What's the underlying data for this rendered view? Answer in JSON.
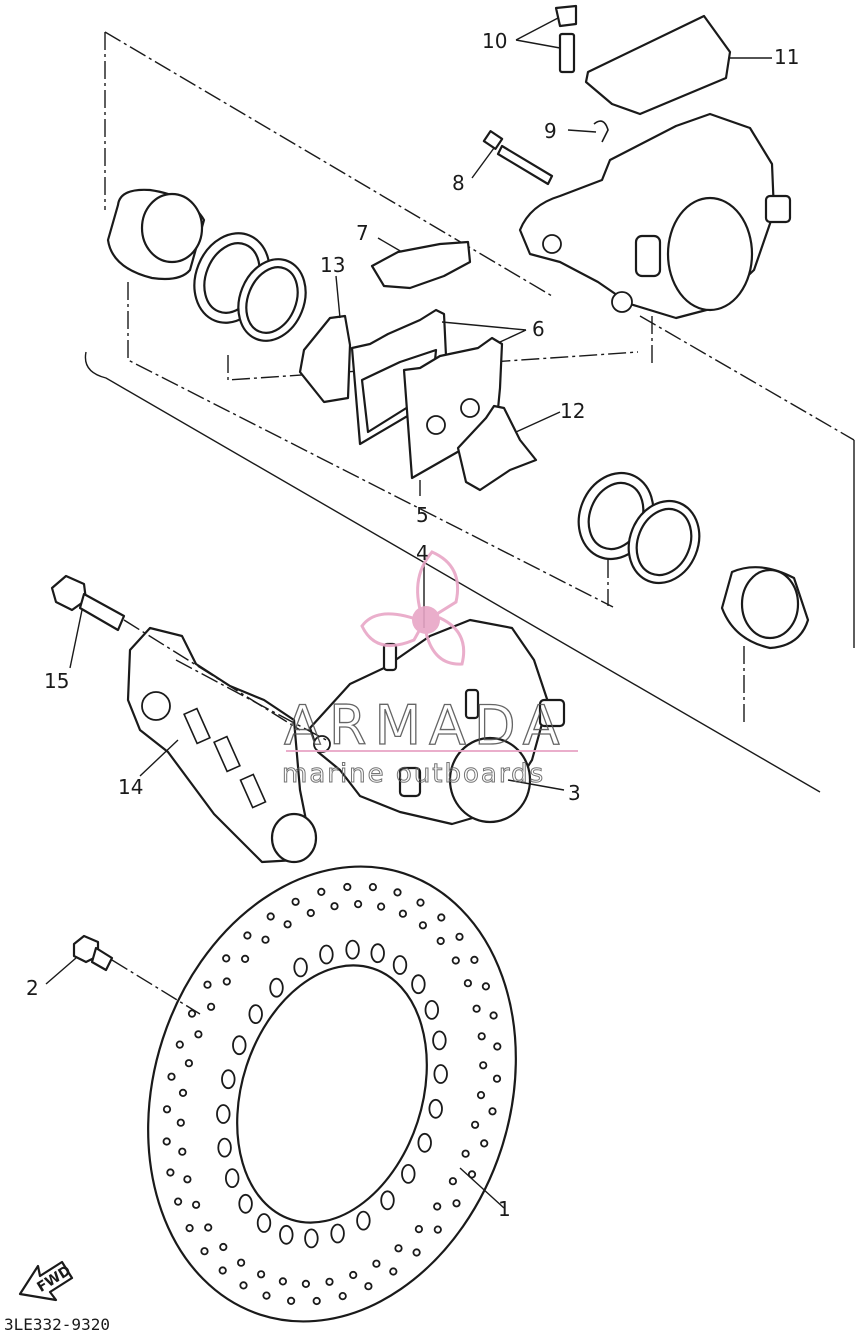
{
  "callouts": {
    "c1": "1",
    "c2": "2",
    "c3": "3",
    "c4": "4",
    "c5": "5",
    "c6": "6",
    "c7": "7",
    "c8": "8",
    "c9": "9",
    "c10": "10",
    "c11": "11",
    "c12": "12",
    "c13": "13",
    "c14": "14",
    "c15": "15"
  },
  "diagram_code": "3LE332-9320",
  "direction_arrow": {
    "label": "FWD"
  },
  "watermark": {
    "brand": "ARMADA",
    "tagline": "marine outboards",
    "accent_color": "#e8a6c6",
    "logo": "propeller-logo"
  },
  "colors": {
    "ink": "#1a1a1a",
    "paper": "#ffffff"
  }
}
